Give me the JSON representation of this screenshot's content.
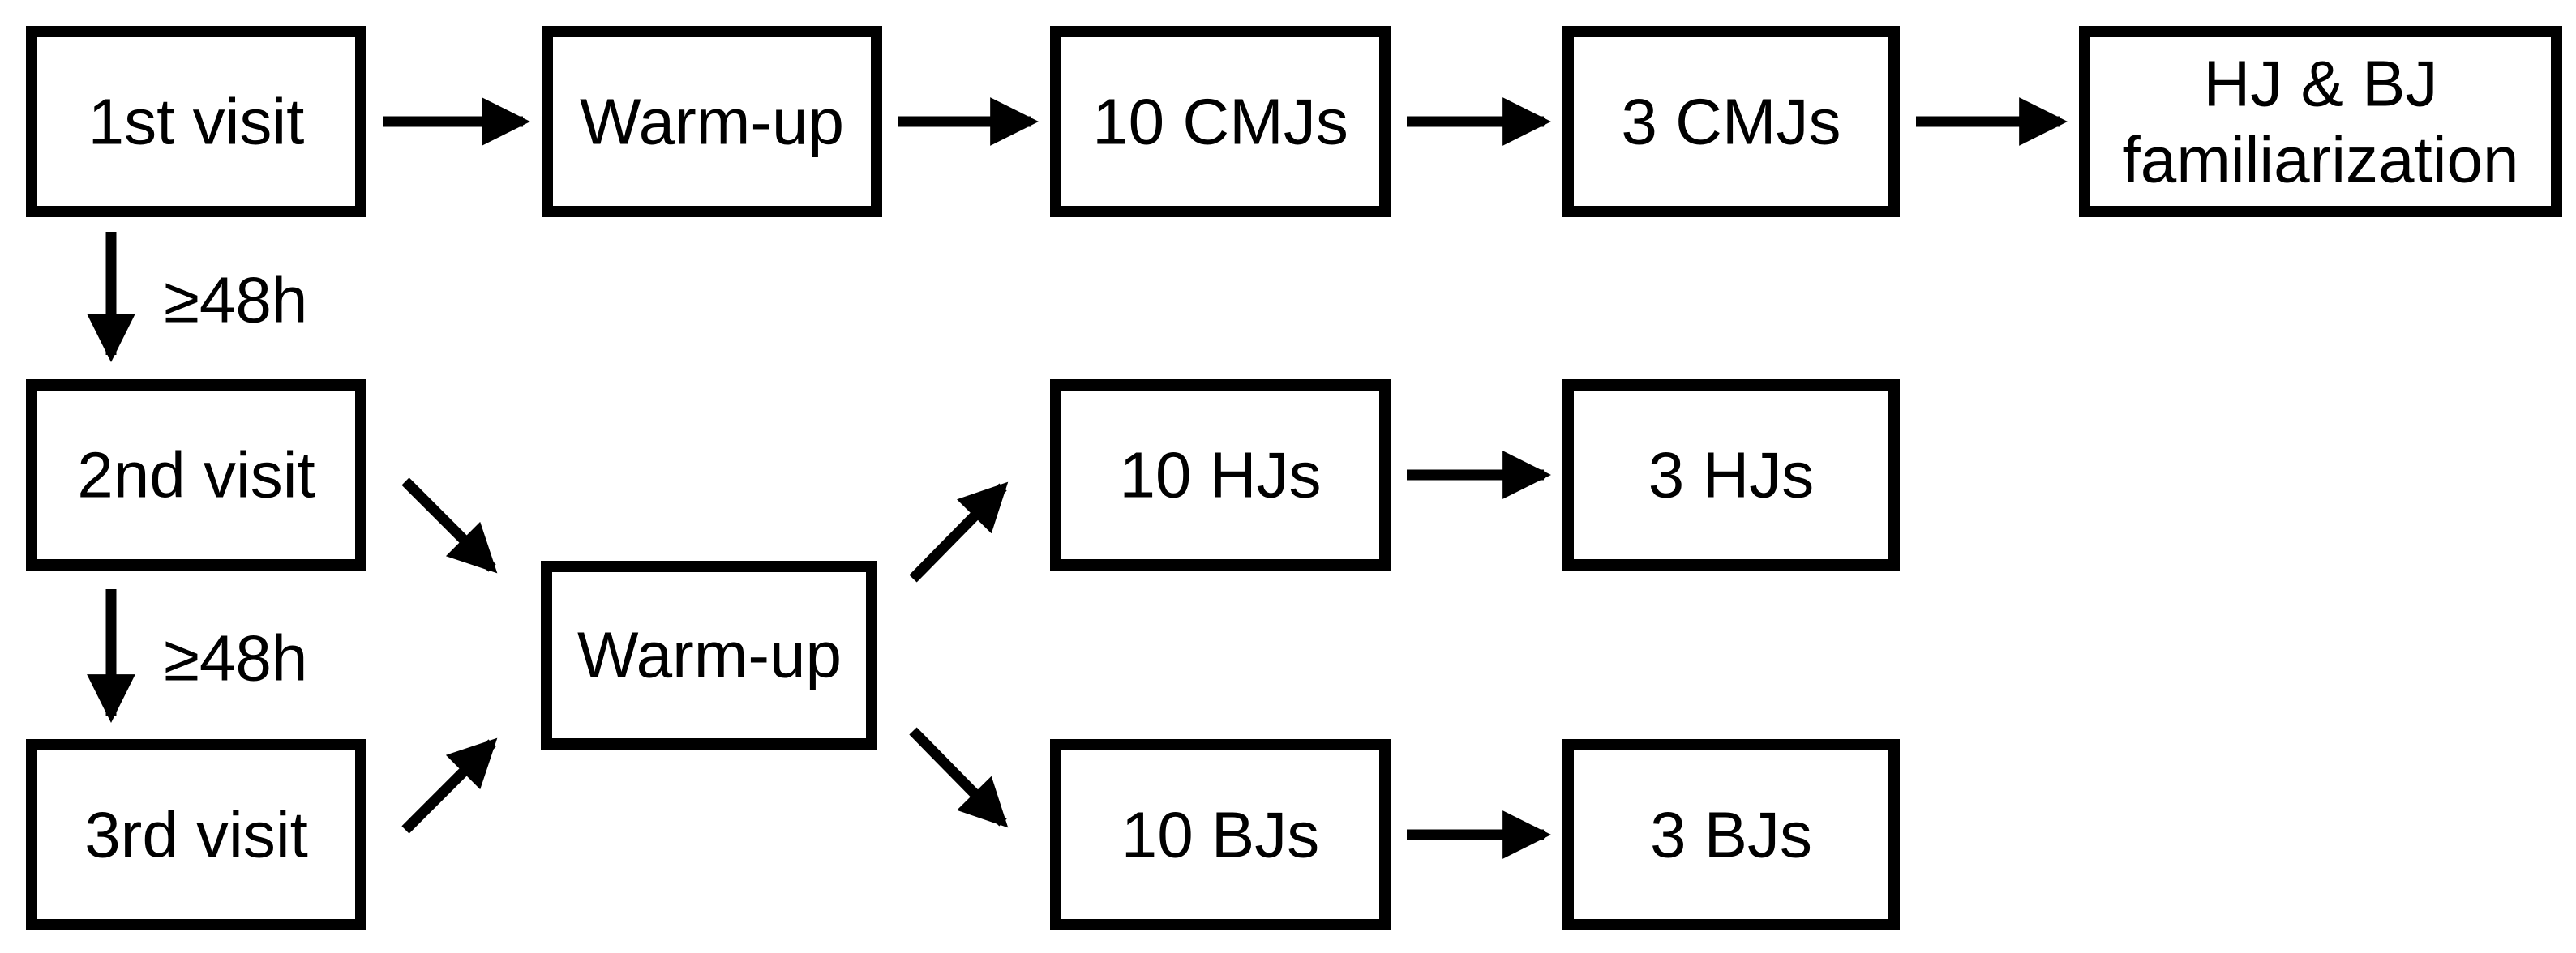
{
  "diagram": {
    "type": "flowchart",
    "background_color": "#ffffff",
    "colors": {
      "box_stroke": "#000000",
      "box_fill": "#ffffff",
      "text": "#000000",
      "arrow": "#000000"
    },
    "nodes": {
      "visit1": "1st visit",
      "warmup_top": "Warm-up",
      "cmjs10": "10 CMJs",
      "cmjs3": "3 CMJs",
      "familiarization_line1": "HJ & BJ",
      "familiarization_line2": "familiarization",
      "visit2": "2nd visit",
      "visit3": "3rd visit",
      "warmup_mid": "Warm-up",
      "hjs10": "10 HJs",
      "hjs3": "3 HJs",
      "bjs10": "10 BJs",
      "bjs3": "3 BJs"
    },
    "edge_labels": {
      "interval1": "≥48h",
      "interval2": "≥48h"
    },
    "edges": [
      {
        "from": "1st visit",
        "to": "Warm-up (top)",
        "label": ""
      },
      {
        "from": "Warm-up (top)",
        "to": "10 CMJs",
        "label": ""
      },
      {
        "from": "10 CMJs",
        "to": "3 CMJs",
        "label": ""
      },
      {
        "from": "3 CMJs",
        "to": "HJ & BJ familiarization",
        "label": ""
      },
      {
        "from": "1st visit",
        "to": "2nd visit",
        "label": "≥48h"
      },
      {
        "from": "2nd visit",
        "to": "3rd visit",
        "label": "≥48h"
      },
      {
        "from": "2nd visit",
        "to": "Warm-up (middle)",
        "label": ""
      },
      {
        "from": "3rd visit",
        "to": "Warm-up (middle)",
        "label": ""
      },
      {
        "from": "Warm-up (middle)",
        "to": "10 HJs",
        "label": ""
      },
      {
        "from": "Warm-up (middle)",
        "to": "10 BJs",
        "label": ""
      },
      {
        "from": "10 HJs",
        "to": "3 HJs",
        "label": ""
      },
      {
        "from": "10 BJs",
        "to": "3 BJs",
        "label": ""
      }
    ]
  }
}
